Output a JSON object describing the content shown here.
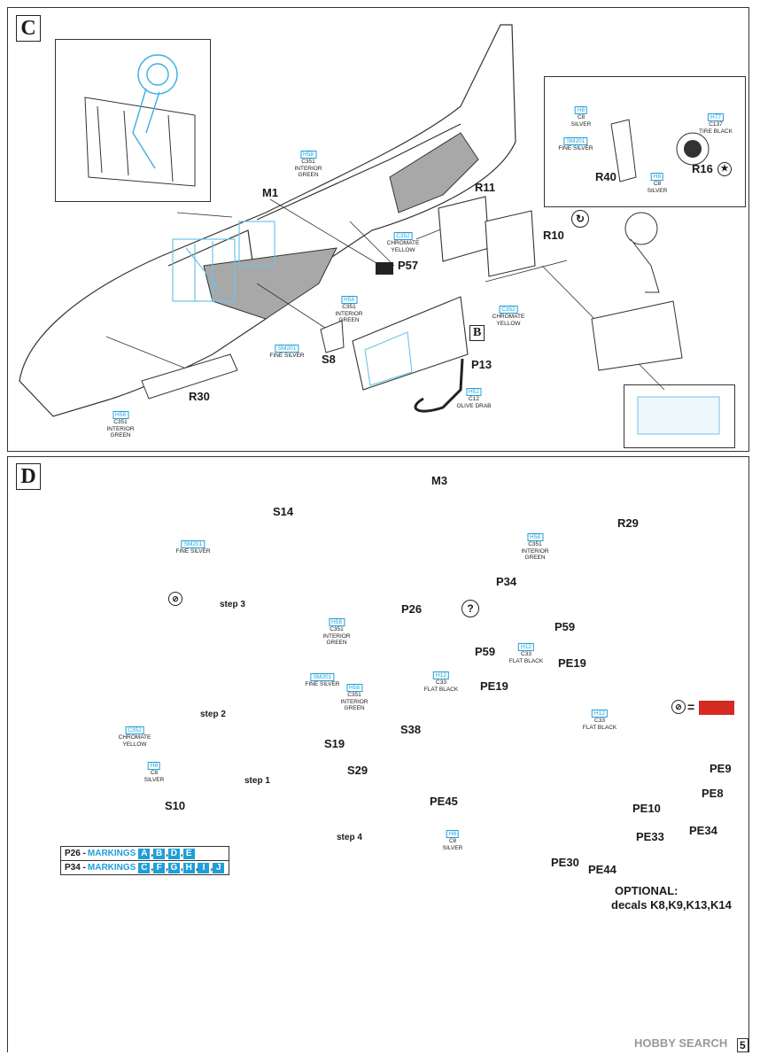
{
  "steps": {
    "c": {
      "letter": "C",
      "parts": {
        "m1": "M1",
        "r11": "R11",
        "r10": "R10",
        "p57": "P57",
        "s8": "S8",
        "r30": "R30",
        "p13": "P13",
        "r40": "R40",
        "r16": "R16"
      },
      "ref_box": "B",
      "paints": {
        "h58_top": {
          "code": "H58",
          "c": "C351",
          "name1": "INTERIOR",
          "name2": "GREEN"
        },
        "c352_a": {
          "code": "",
          "c": "C352",
          "name1": "CHROMATE",
          "name2": "YELLOW"
        },
        "h58_mid": {
          "code": "H58",
          "c": "C351",
          "name1": "INTERIOR",
          "name2": "GREEN"
        },
        "sm201": {
          "code": "SM201",
          "c": "",
          "name1": "FINE SILVER",
          "name2": ""
        },
        "c352_b": {
          "code": "",
          "c": "C352",
          "name1": "CHROMATE",
          "name2": "YELLOW"
        },
        "h52": {
          "code": "H52",
          "c": "C12",
          "name1": "OLIVE DRAB",
          "name2": ""
        },
        "h58_bot": {
          "code": "H58",
          "c": "C351",
          "name1": "INTERIOR",
          "name2": "GREEN"
        },
        "h8_inset_a": {
          "code": "H8",
          "c": "C8",
          "name1": "SILVER",
          "name2": ""
        },
        "sm201_inset": {
          "code": "SM201",
          "c": "",
          "name1": "FINE SILVER",
          "name2": ""
        },
        "h77": {
          "code": "H77",
          "c": "C137",
          "name1": "TIRE BLACK",
          "name2": ""
        },
        "h8_inset_b": {
          "code": "H8",
          "c": "C8",
          "name1": "SILVER",
          "name2": ""
        }
      }
    },
    "d": {
      "letter": "D",
      "parts": {
        "m3": "M3",
        "s14": "S14",
        "r29": "R29",
        "p34": "P34",
        "p26": "P26",
        "p59a": "P59",
        "p59b": "P59",
        "pe19a": "PE19",
        "pe19b": "PE19",
        "s38": "S38",
        "s19": "S19",
        "s10": "S10",
        "s29": "S29",
        "pe45": "PE45",
        "pe9": "PE9",
        "pe8": "PE8",
        "pe10": "PE10",
        "pe34": "PE34",
        "pe33": "PE33",
        "pe30": "PE30",
        "pe44": "PE44"
      },
      "step_labels": {
        "s1": "step 1",
        "s2": "step 2",
        "s3": "step 3",
        "s4": "step 4"
      },
      "paints": {
        "sm201_top": {
          "code": "SM201",
          "c": "",
          "name1": "FINE SILVER",
          "name2": ""
        },
        "h58_right": {
          "code": "H58",
          "c": "C351",
          "name1": "INTERIOR",
          "name2": "GREEN"
        },
        "h58_mid": {
          "code": "H58",
          "c": "C351",
          "name1": "INTERIOR",
          "name2": "GREEN"
        },
        "h12_a": {
          "code": "H12",
          "c": "C33",
          "name1": "FLAT BLACK",
          "name2": ""
        },
        "h12_b": {
          "code": "H12",
          "c": "C33",
          "name1": "FLAT BLACK",
          "name2": ""
        },
        "sm201_mid": {
          "code": "SM201",
          "c": "",
          "name1": "FINE SILVER",
          "name2": ""
        },
        "h58_low": {
          "code": "H58",
          "c": "C351",
          "name1": "INTERIOR",
          "name2": "GREEN"
        },
        "c352": {
          "code": "",
          "c": "C352",
          "name1": "CHROMATE",
          "name2": "YELLOW"
        },
        "h8": {
          "code": "H8",
          "c": "C8",
          "name1": "SILVER",
          "name2": ""
        },
        "h8_pe45": {
          "code": "H8",
          "c": "C8",
          "name1": "SILVER",
          "name2": ""
        },
        "h12_inset": {
          "code": "H12",
          "c": "C33",
          "name1": "FLAT BLACK",
          "name2": ""
        }
      },
      "markings": {
        "p26": {
          "part": "P26 -",
          "label": "MARKINGS",
          "letters": [
            "A",
            "B",
            "D",
            "E"
          ]
        },
        "p34": {
          "part": "P34 -",
          "label": "MARKINGS",
          "letters": [
            "C",
            "F",
            "G",
            "H",
            "I",
            "J"
          ]
        }
      },
      "optional": {
        "line1": "OPTIONAL:",
        "line2": "decals K8,K9,K13,K14"
      },
      "question": "?",
      "equals": "="
    }
  },
  "footer": {
    "watermark": "HOBBY SEARCH",
    "page_number": "5"
  },
  "colors": {
    "accent": "#1e9fd8",
    "gray_fill": "#a8a8a8",
    "red_swatch": "#d42a22"
  }
}
